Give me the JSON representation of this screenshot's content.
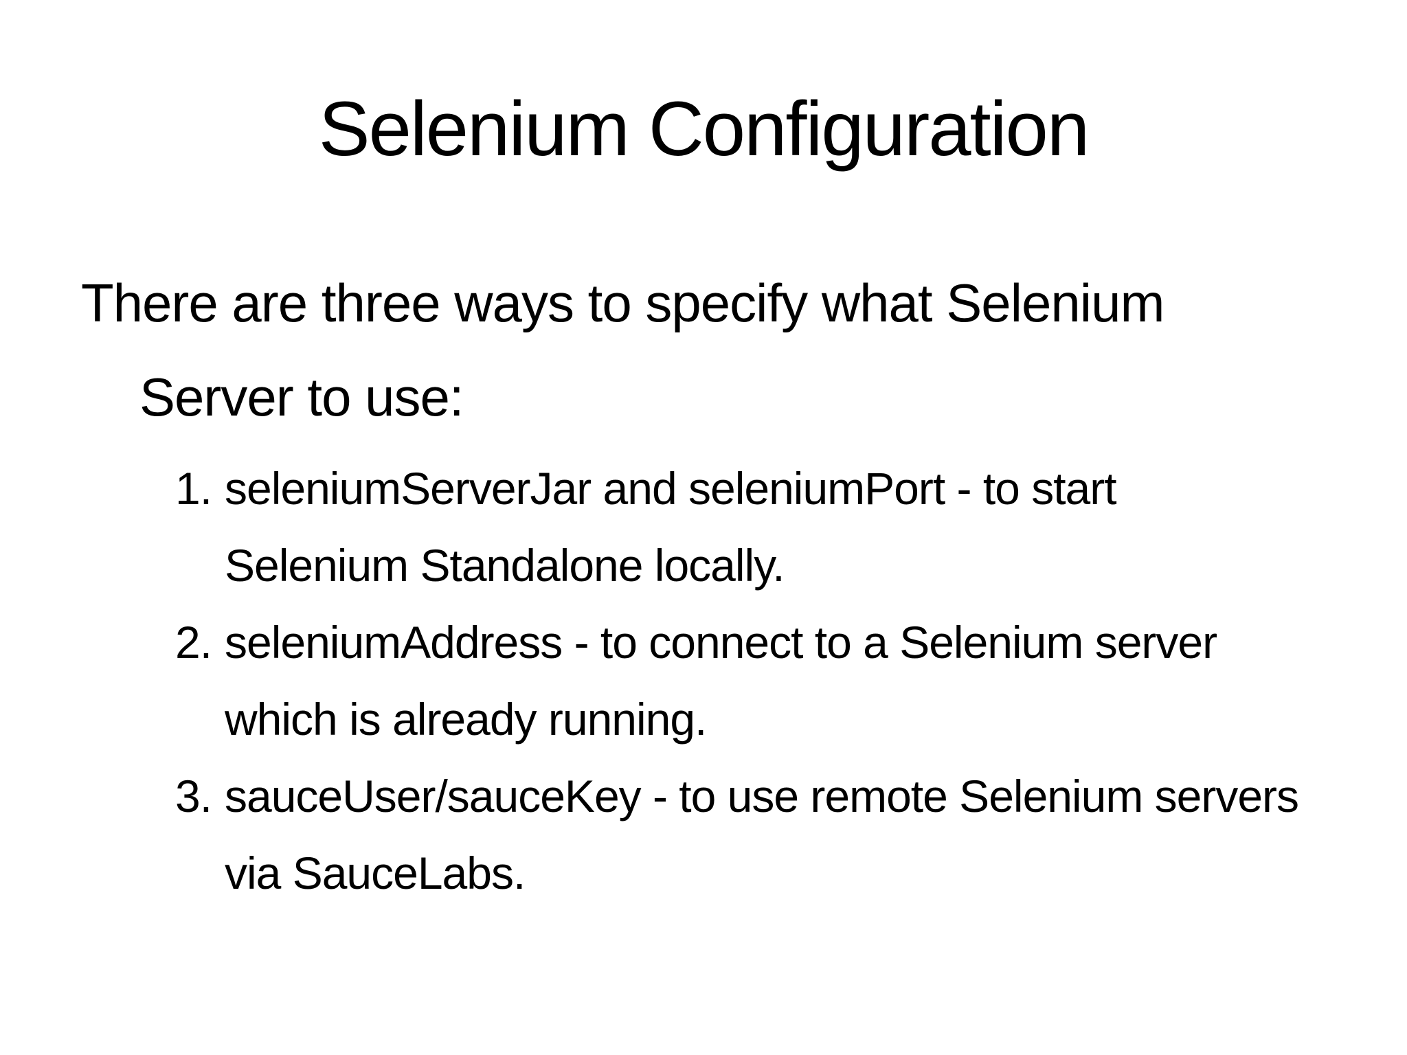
{
  "slide": {
    "title": "Selenium Configuration",
    "intro": {
      "line1": "There are three ways to specify what Selenium",
      "line2": "Server to use:"
    },
    "list": {
      "items": [
        {
          "number": "1.",
          "line1": "seleniumServerJar and seleniumPort - to start",
          "line2": "Selenium Standalone locally."
        },
        {
          "number": "2.",
          "line1": "seleniumAddress - to connect to a Selenium server",
          "line2": "which is already running."
        },
        {
          "number": "3.",
          "line1": "sauceUser/sauceKey - to use remote Selenium servers",
          "line2": "via SauceLabs."
        }
      ]
    },
    "colors": {
      "background": "#ffffff",
      "text": "#000000"
    }
  }
}
